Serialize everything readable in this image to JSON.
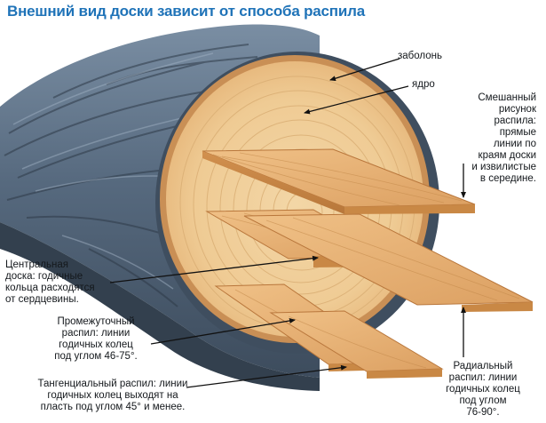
{
  "title": "Внешний вид доски зависит от способа распила",
  "labels": {
    "sapwood": "заболонь",
    "heartwood": "ядро",
    "mixed": "Смешанный\nрисунок\nраспила:\nпрямые\nлинии по\nкраям доски\nи извилистые\nв середине.",
    "central": "Центральная\nдоска: годичные\nкольца расходятся\nот сердцевины.",
    "intermediate": "Промежуточный\nраспил: линии\nгодичных колец\nпод углом 46-75°.",
    "tangential": "Тангенциальный распил: линии\nгодичных колец выходят на\nпласть под углом 45° и менее.",
    "radial": "Радиальный\nраспил: линии\nгодичных колец\nпод углом\n76-90°."
  },
  "colors": {
    "title": "#1f73b8",
    "bark": "#5b6f84",
    "wood": "#edc58c",
    "board": "#e3a866",
    "arrow": "#111111"
  }
}
